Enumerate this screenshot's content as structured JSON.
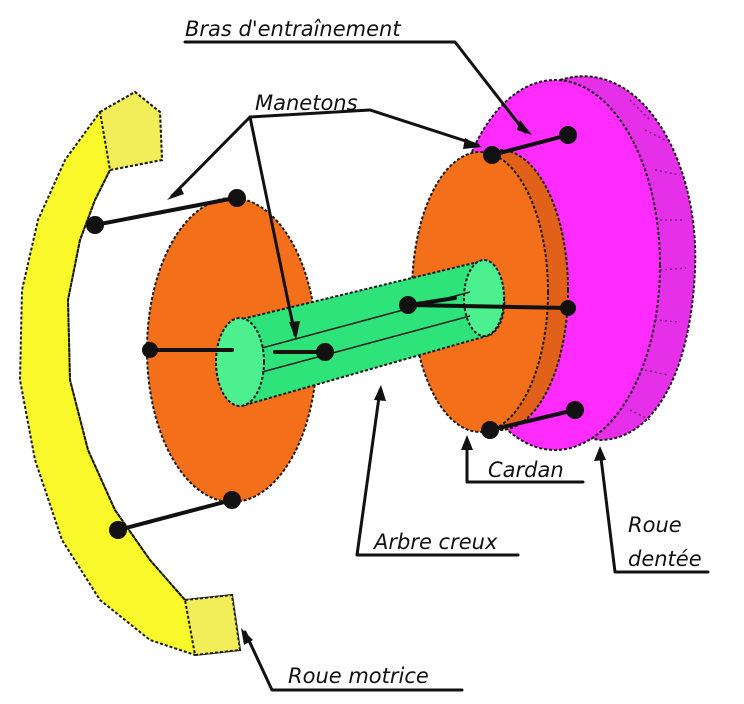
{
  "labels": {
    "bras": "Bras d'entraînement",
    "manetons": "Manetons",
    "cardan": "Cardan",
    "arbre": "Arbre creux",
    "roue_dentee_1": "Roue",
    "roue_dentee_2": "dentée",
    "roue_motrice": "Roue motrice"
  },
  "colors": {
    "roue_motrice": "#f8f82a",
    "disque": "#f36f1a",
    "arbre": "#2ee37a",
    "roue_dentee": "#ff2bff",
    "ink": "#111111"
  }
}
